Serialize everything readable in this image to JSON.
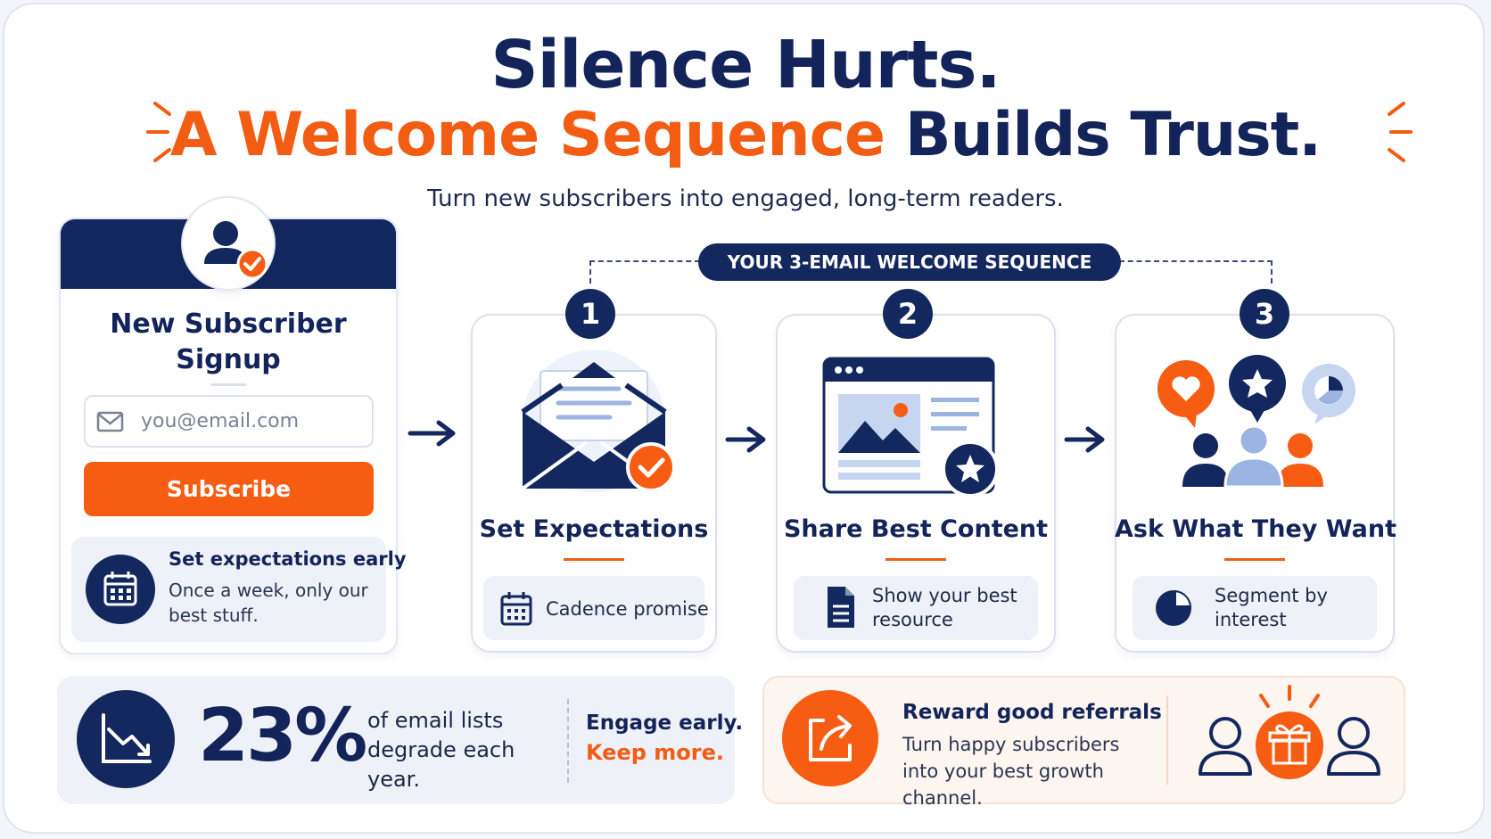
{
  "headline": {
    "line1": "Silence Hurts.",
    "line2_orange": "A Welcome Sequence",
    "line2_navy": "Builds Trust.",
    "subtitle": "Turn new subscribers into engaged, long-term readers."
  },
  "signup": {
    "title": "New Subscriber Signup",
    "email_placeholder": "you@email.com",
    "button_label": "Subscribe",
    "note_title": "Set expectations early",
    "note_text": "Once a week, only our best stuff."
  },
  "sequence": {
    "banner": "YOUR 3-EMAIL WELCOME SEQUENCE",
    "steps": [
      {
        "number": "1",
        "title": "Set Expectations",
        "foot": "Cadence promise",
        "icon": "envelope-check-icon"
      },
      {
        "number": "2",
        "title": "Share Best Content",
        "foot": "Show your best resource",
        "icon": "browser-star-icon"
      },
      {
        "number": "3",
        "title": "Ask What They Want",
        "foot": "Segment by interest",
        "icon": "people-feedback-icon"
      }
    ]
  },
  "stat": {
    "value": "23%",
    "text": "of email lists degrade each year.",
    "engage_line1": "Engage early.",
    "engage_line2": "Keep more."
  },
  "referral": {
    "title": "Reward good referrals",
    "text": "Turn happy subscribers into your best growth channel."
  },
  "colors": {
    "navy": "#13285e",
    "orange": "#f65c12",
    "light_blue": "#9bb4e2",
    "panel": "#eef1f8"
  }
}
